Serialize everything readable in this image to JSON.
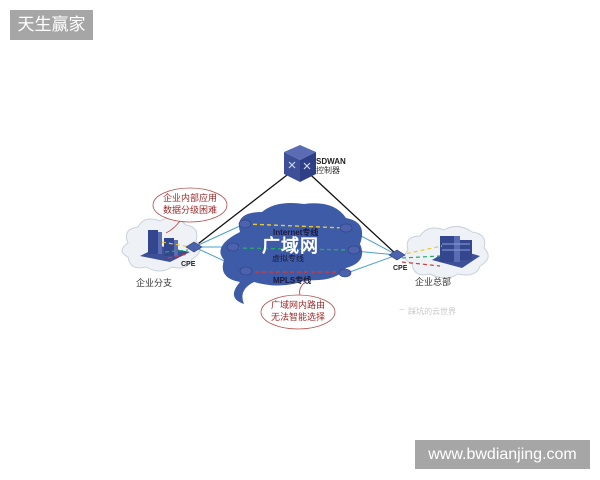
{
  "watermarks": {
    "top_left": "天生赢家",
    "bottom_right": "www.bwdianjing.com",
    "source_badge": "⌔ 踩坑的云世界"
  },
  "diagram": {
    "controller": {
      "title": "SDWAN",
      "subtitle": "控制器",
      "icon": "switch-cube-icon"
    },
    "wan_cloud": {
      "title": "广域网",
      "links": [
        {
          "label": "Internet专线",
          "color": "#e8c83a"
        },
        {
          "label": "虚拟专线",
          "color": "#2aa86a"
        },
        {
          "label": "MPLS专线",
          "color": "#d23a3a"
        }
      ],
      "fill": "#3e5ba8"
    },
    "branch": {
      "name": "企业分支",
      "cpe_label": "CPE",
      "callout": [
        "企业内部应用",
        "数据分级困难"
      ]
    },
    "headquarters": {
      "name": "企业总部",
      "cpe_label": "CPE"
    },
    "wan_callout": [
      "广域网内路由",
      "无法智能选择"
    ],
    "colors": {
      "callout_border": "#b34a4a",
      "callout_text": "#9b2a2a",
      "site_cloud": "#e9eef3",
      "device": "#3d4f97",
      "link_blue": "#4aa0c8"
    }
  }
}
